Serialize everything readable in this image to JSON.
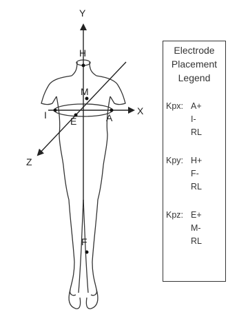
{
  "colors": {
    "line": "#333333",
    "text": "#222222",
    "background": "#ffffff"
  },
  "axes": {
    "y": "Y",
    "x": "X",
    "z": "Z"
  },
  "points": {
    "H": "H",
    "M": "M",
    "I": "I",
    "E": "E",
    "A": "A",
    "F": "F"
  },
  "legend": {
    "title_lines": [
      "Electrode",
      "Placement",
      "Legend"
    ],
    "groups": [
      {
        "name": "Kpx:",
        "items": [
          "A+",
          "I-",
          "RL"
        ]
      },
      {
        "name": "Kpy:",
        "items": [
          "H+",
          "F-",
          "RL"
        ]
      },
      {
        "name": "Kpz:",
        "items": [
          "E+",
          "M-",
          "RL"
        ]
      }
    ]
  }
}
